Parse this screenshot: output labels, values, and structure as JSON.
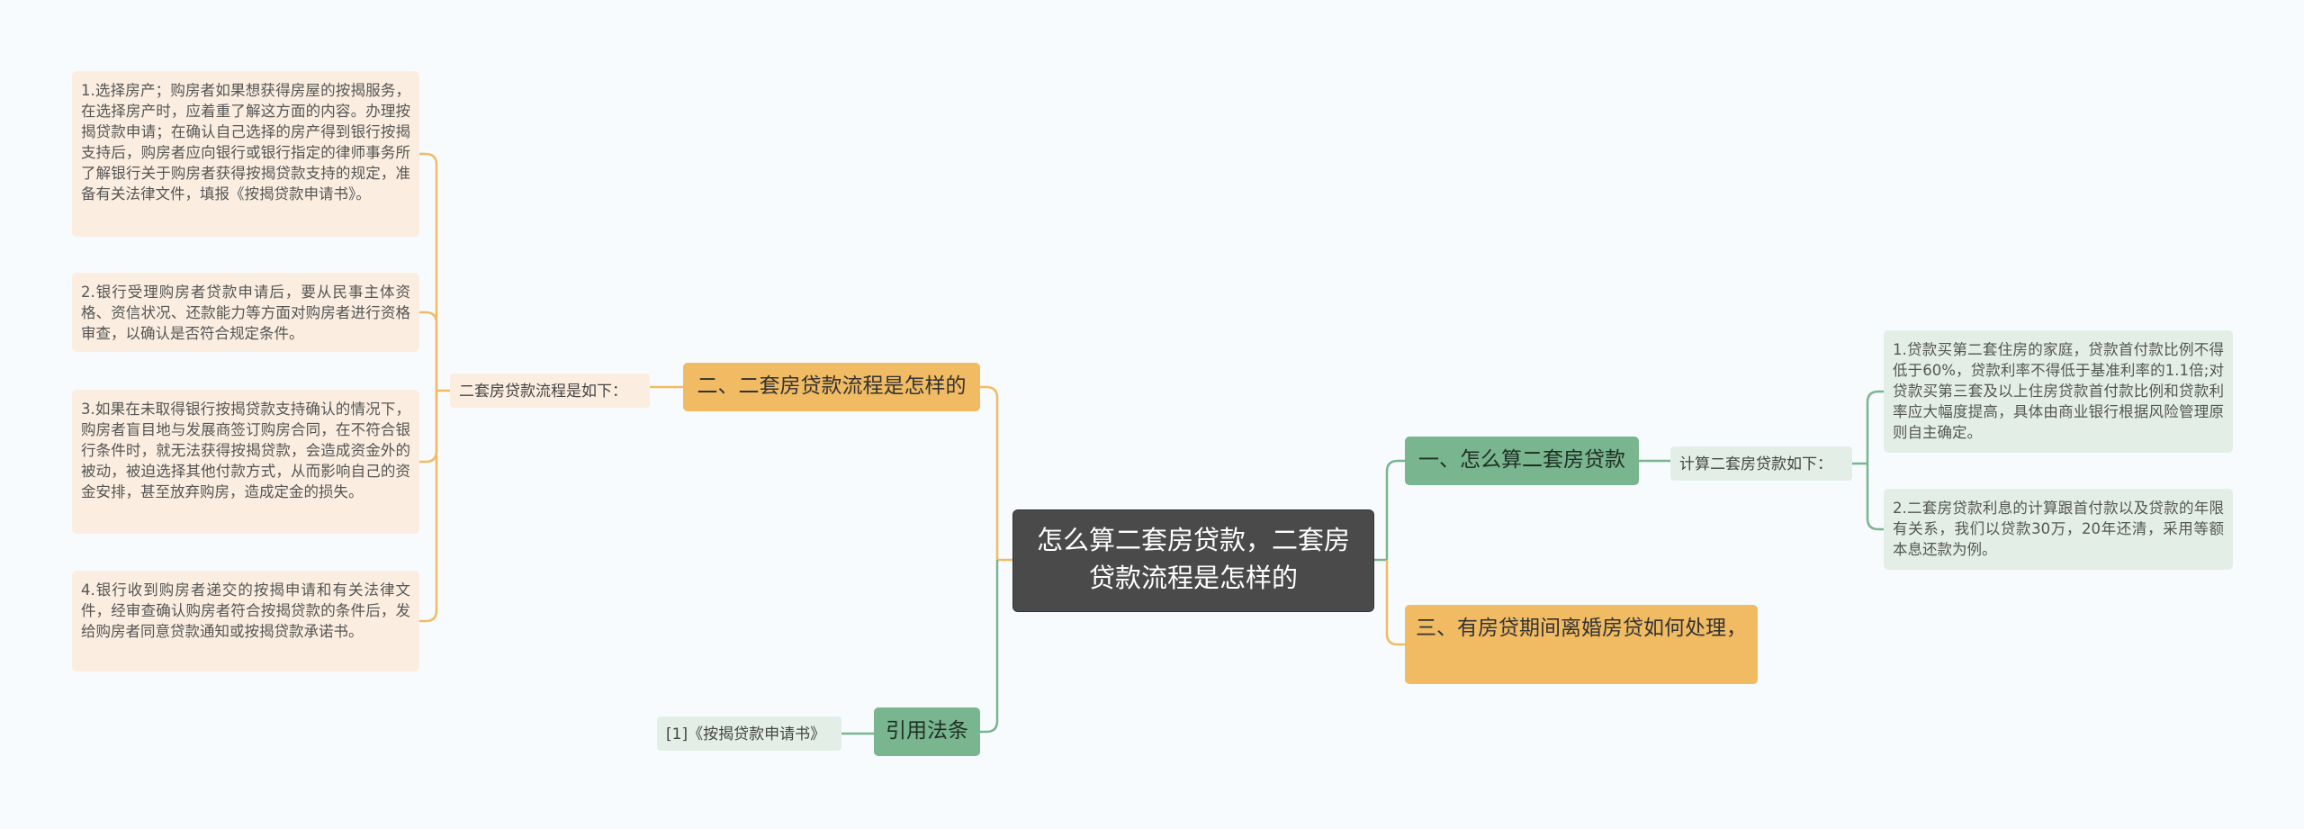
{
  "colors": {
    "central_bg": "#4a4a4a",
    "orange_branch": "#f1bb63",
    "green_branch": "#79b58e",
    "orange_leaf_bg": "#fbeee0",
    "green_leaf_bg": "#e3efe6",
    "orange_line": "#f1bb63",
    "green_line": "#79b58e"
  },
  "central": {
    "label": "怎么算二套房贷款，二套房贷款流程是怎样的"
  },
  "branches": {
    "flow": {
      "label": "二、二套房贷款流程是怎样的",
      "sub_label": "二套房贷款流程是如下：",
      "items": [
        "1.选择房产；购房者如果想获得房屋的按揭服务，在选择房产时，应着重了解这方面的内容。办理按揭贷款申请；在确认自己选择的房产得到银行按揭支持后，购房者应向银行或银行指定的律师事务所了解银行关于购房者获得按揭贷款支持的规定，准备有关法律文件，填报《按揭贷款申请书》。",
        "2.银行受理购房者贷款申请后，要从民事主体资格、资信状况、还款能力等方面对购房者进行资格审查，以确认是否符合规定条件。",
        "3.如果在未取得银行按揭贷款支持确认的情况下，购房者盲目地与发展商签订购房合同，在不符合银行条件时，就无法获得按揭贷款，会造成资金外的被动，被迫选择其他付款方式，从而影响自己的资金安排，甚至放弃购房，造成定金的损失。",
        "4.银行收到购房者递交的按揭申请和有关法律文件，经审查确认购房者符合按揭贷款的条件后，发给购房者同意贷款通知或按揭贷款承诺书。"
      ]
    },
    "calc": {
      "label": "一、怎么算二套房贷款",
      "sub_label": "计算二套房贷款如下：",
      "items": [
        "1.贷款买第二套住房的家庭，贷款首付款比例不得低于60%，贷款利率不得低于基准利率的1.1倍;对贷款买第三套及以上住房贷款首付款比例和贷款利率应大幅度提高，具体由商业银行根据风险管理原则自主确定。",
        "2.二套房贷款利息的计算跟首付款以及贷款的年限有关系，我们以贷款30万，20年还清，采用等额本息还款为例。"
      ]
    },
    "divorce": {
      "label": "三、有房贷期间离婚房贷如何处理，"
    },
    "law": {
      "label": "引用法条",
      "sub_label": "[1]《按揭贷款申请书》"
    }
  }
}
